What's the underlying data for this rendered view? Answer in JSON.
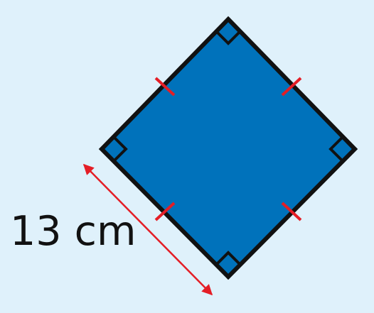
{
  "diagram": {
    "shape": "square",
    "side_length_label": "13 cm",
    "right_angle_marks": 4,
    "equal_side_ticks": 4,
    "colors": {
      "background": "#dff1fb",
      "fill": "#0072bb",
      "outline": "#111111",
      "tick": "#e41e26",
      "arrow": "#e41e26"
    }
  }
}
